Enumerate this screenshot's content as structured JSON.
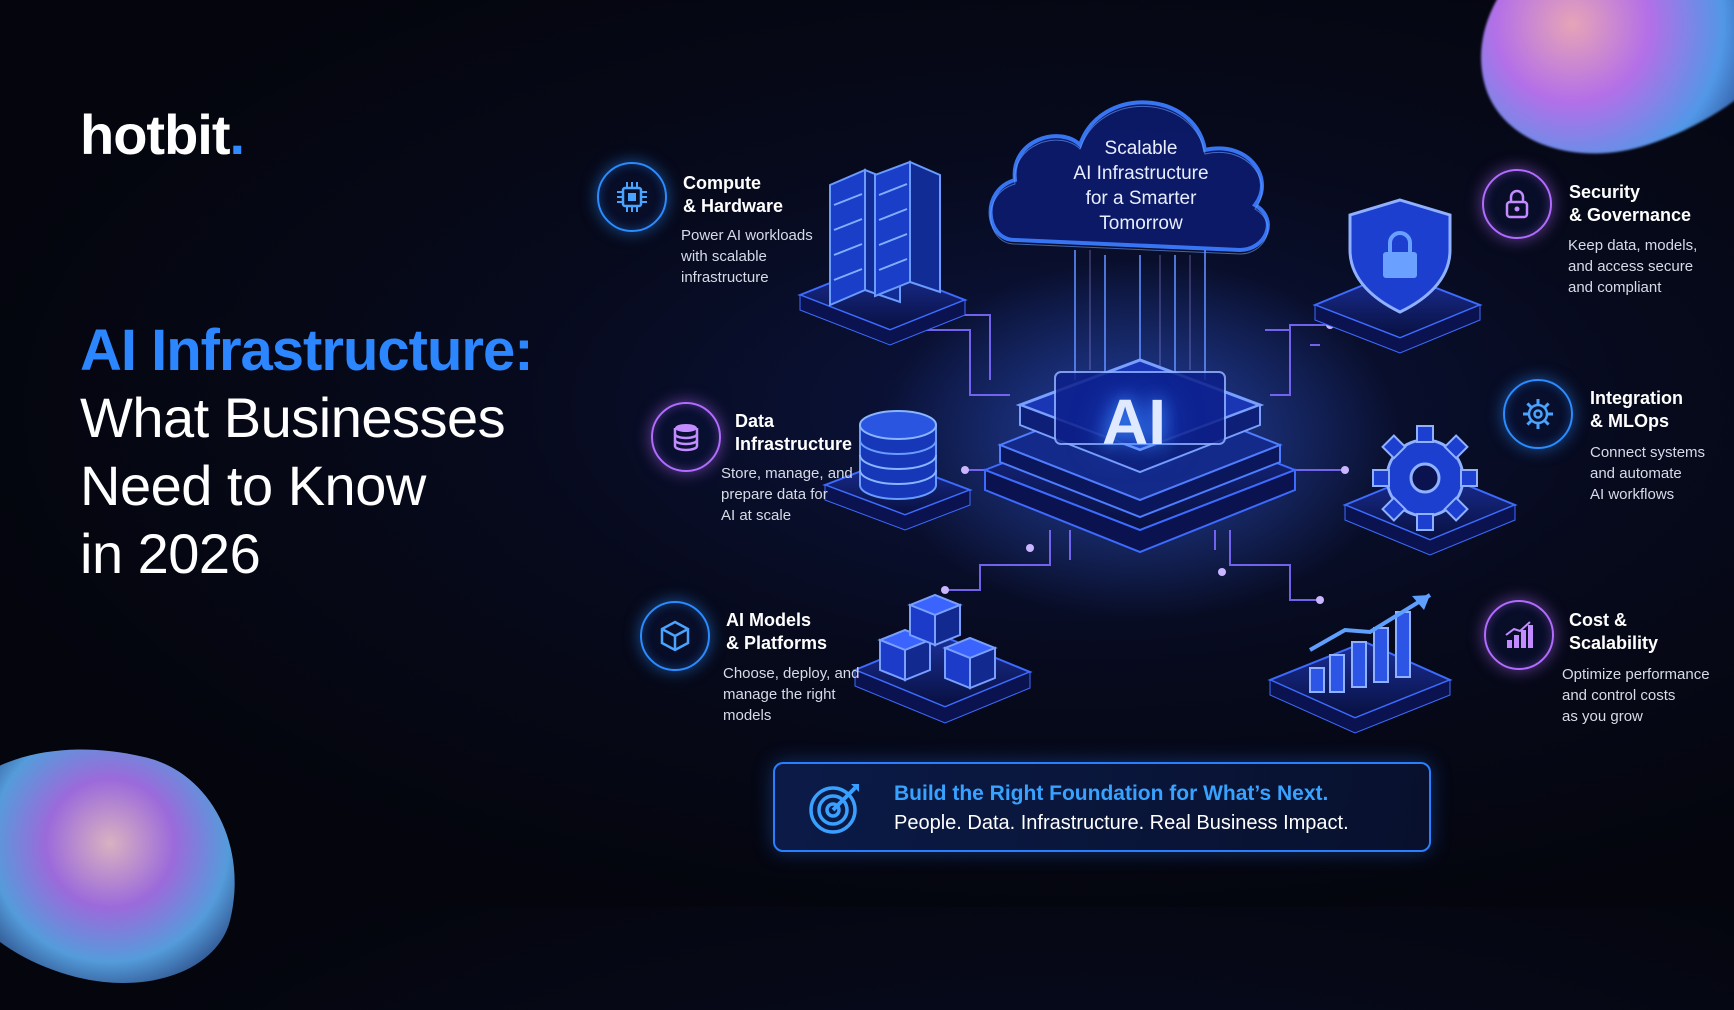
{
  "brand": {
    "logo_text": "hotbit",
    "logo_dot": "."
  },
  "headline": {
    "line1": "AI Infrastructure:",
    "line2": "What Businesses",
    "line3": "Need to Know",
    "line4": "in 2026"
  },
  "cloud": {
    "line1": "Scalable",
    "line2": "AI Infrastructure",
    "line3": "for a Smarter",
    "line4": "Tomorrow"
  },
  "core": {
    "label": "AI"
  },
  "features": {
    "compute": {
      "title1": "Compute",
      "title2": "& Hardware",
      "desc1": "Power AI workloads",
      "desc2": "with scalable",
      "desc3": "infrastructure",
      "icon": "chip-icon"
    },
    "data": {
      "title1": "Data",
      "title2": "Infrastructure",
      "desc1": "Store, manage, and",
      "desc2": "prepare data for",
      "desc3": "AI at scale",
      "icon": "database-icon"
    },
    "models": {
      "title1": "AI Models",
      "title2": "& Platforms",
      "desc1": "Choose, deploy, and",
      "desc2": "manage the right",
      "desc3": "models",
      "icon": "cube-icon"
    },
    "security": {
      "title1": "Security",
      "title2": "& Governance",
      "desc1": "Keep data, models,",
      "desc2": "and access secure",
      "desc3": "and compliant",
      "icon": "lock-icon"
    },
    "integration": {
      "title1": "Integration",
      "title2": "& MLOps",
      "desc1": "Connect systems",
      "desc2": "and automate",
      "desc3": "AI workflows",
      "icon": "gear-icon"
    },
    "cost": {
      "title1": "Cost &",
      "title2": "Scalability",
      "desc1": "Optimize performance",
      "desc2": "and control costs",
      "desc3": "as you grow",
      "icon": "bar-chart-icon"
    }
  },
  "banner": {
    "title": "Build the Right Foundation for What’s Next.",
    "subtitle": "People. Data. Infrastructure. Real Business Impact.",
    "icon": "target-icon"
  },
  "colors": {
    "accent": "#2b86ff",
    "violet": "#b26bff",
    "background": "#05070f"
  }
}
